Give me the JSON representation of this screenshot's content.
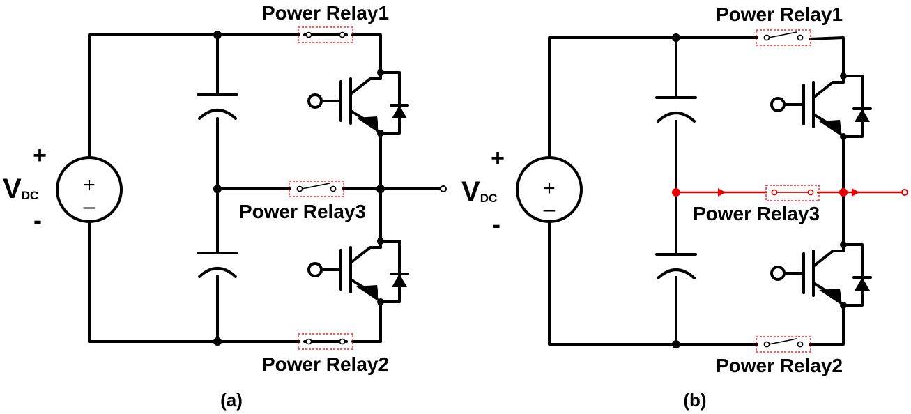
{
  "colors": {
    "wire": "#000000",
    "active_path": "#e60000",
    "relay_box": "#e60000"
  },
  "panels": [
    {
      "caption": "(a)",
      "source_plus": "+",
      "source_minus": "–",
      "vdc_v": "V",
      "vdc_sub": "DC",
      "terminal_plus": "+",
      "terminal_minus": "-",
      "relay1": "Power Relay1",
      "relay2": "Power Relay2",
      "relay3": "Power Relay3"
    },
    {
      "caption": "(b)",
      "source_plus": "+",
      "source_minus": "–",
      "vdc_v": "V",
      "vdc_sub": "DC",
      "terminal_plus": "+",
      "terminal_minus": "-",
      "relay1": "Power Relay1",
      "relay2": "Power Relay2",
      "relay3": "Power Relay3"
    }
  ]
}
